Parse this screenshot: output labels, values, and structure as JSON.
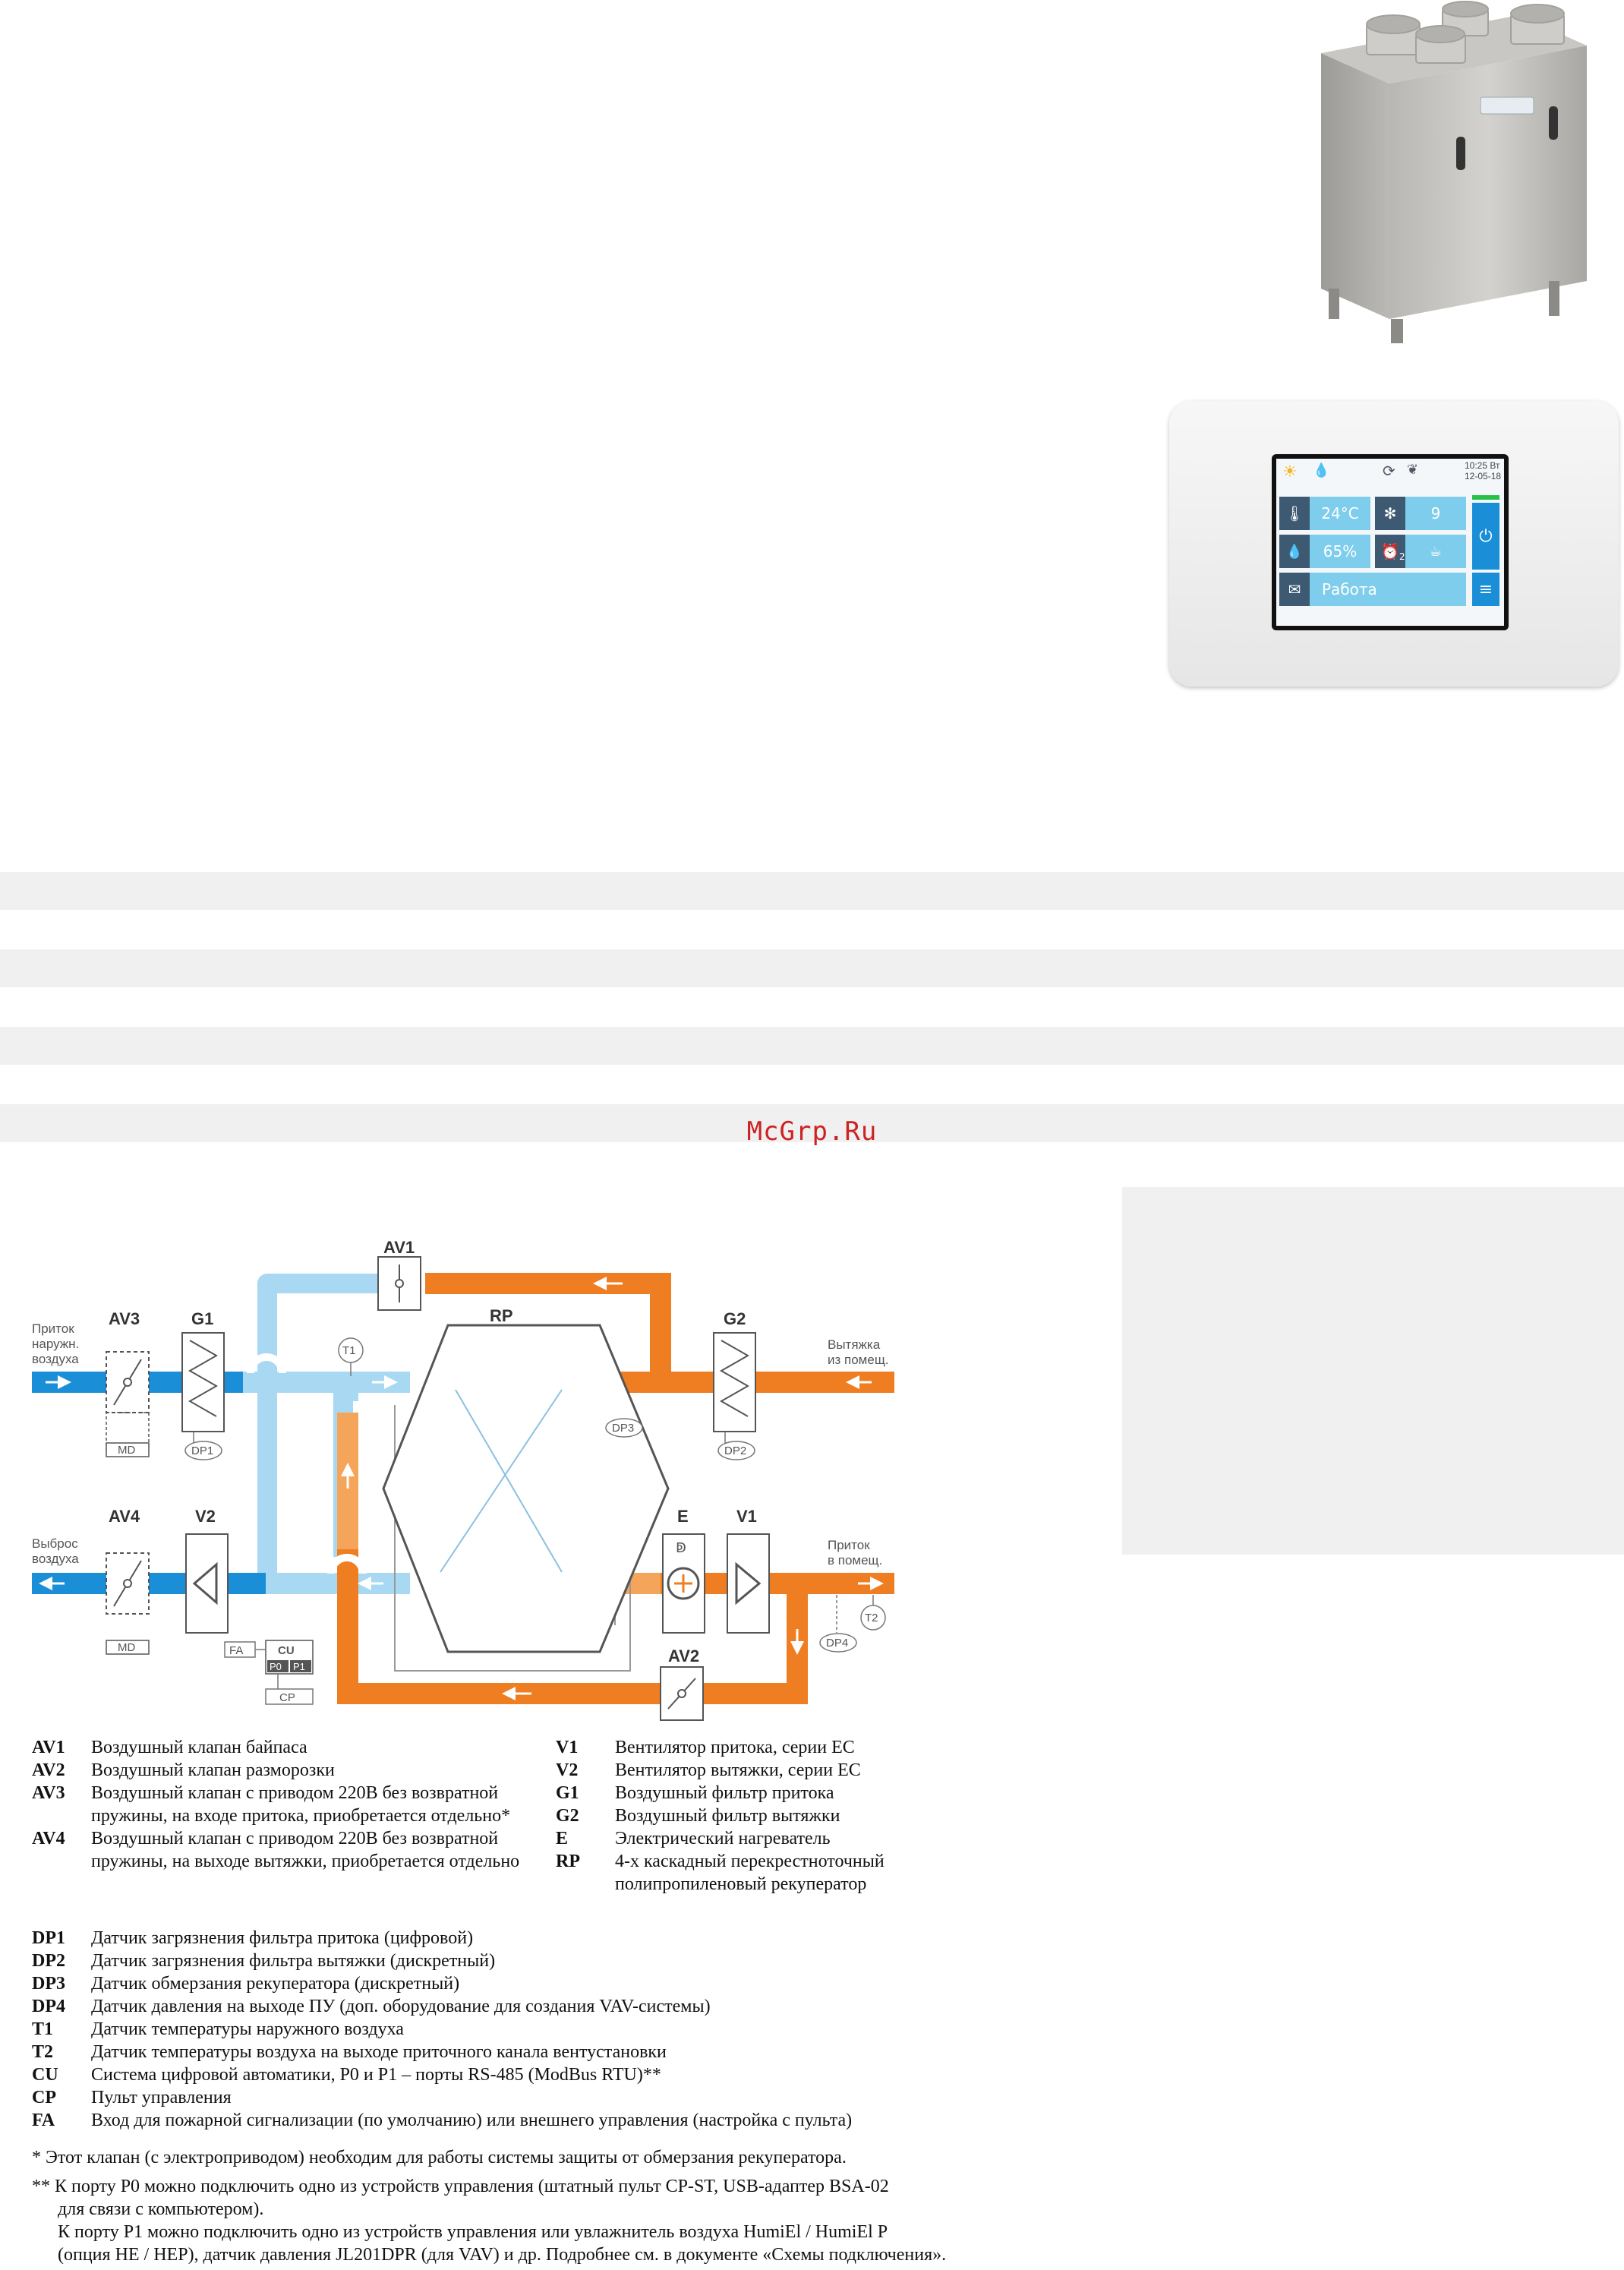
{
  "watermark": "McGrp.Ru",
  "controller": {
    "time": "10:25 Вт",
    "date": "12-05-18",
    "temperature": "24°C",
    "fan_speed": "9",
    "humidity": "65%",
    "timer_index": "2",
    "status": "Работа"
  },
  "diagram": {
    "left_labels": {
      "intake_top": "Приток",
      "intake_mid": "наружн.",
      "intake_bot": "воздуха",
      "exhaust_top": "Выброс",
      "exhaust_bot": "воздуха"
    },
    "right_labels": {
      "extract_top": "Вытяжка",
      "extract_bot": "из помещ.",
      "supply_top": "Приток",
      "supply_bot": "в помещ."
    },
    "components": {
      "av1": "AV1",
      "av2": "AV2",
      "av3": "AV3",
      "av4": "AV4",
      "g1": "G1",
      "g2": "G2",
      "rp": "RP",
      "e": "E",
      "v1": "V1",
      "v2": "V2",
      "t1": "T1",
      "t2": "T2",
      "dp1": "DP1",
      "dp2": "DP2",
      "dp3": "DP3",
      "dp4": "DP4",
      "md1": "MD",
      "md2": "MD",
      "fa": "FA",
      "cu": "CU",
      "p0": "P0",
      "p1": "P1",
      "cp": "CP"
    }
  },
  "legend_left": [
    {
      "code": "AV1",
      "desc": "Воздушный клапан байпаса"
    },
    {
      "code": "AV2",
      "desc": "Воздушный клапан разморозки"
    },
    {
      "code": "AV3",
      "desc": "Воздушный клапан с приводом 220В без возвратной пружины, на входе притока, приобретается отдельно*"
    },
    {
      "code": "AV4",
      "desc": "Воздушный клапан с приводом 220В без возвратной пружины, на выходе вытяжки, приобретается отдельно"
    }
  ],
  "legend_right": [
    {
      "code": "V1",
      "desc": "Вентилятор притока, серии EC"
    },
    {
      "code": "V2",
      "desc": "Вентилятор вытяжки, серии EC"
    },
    {
      "code": "G1",
      "desc": "Воздушный фильтр притока"
    },
    {
      "code": "G2",
      "desc": "Воздушный фильтр вытяжки"
    },
    {
      "code": "E",
      "desc": "Электрический нагреватель"
    },
    {
      "code": "RP",
      "desc": "4-х каскадный перекрестноточный полипропиленовый рекуператор"
    }
  ],
  "legend_bottom": [
    {
      "code": "DP1",
      "desc": "Датчик загрязнения фильтра притока (цифровой)"
    },
    {
      "code": "DP2",
      "desc": "Датчик загрязнения фильтра вытяжки (дискретный)"
    },
    {
      "code": "DP3",
      "desc": "Датчик обмерзания рекуператора (дискретный)"
    },
    {
      "code": "DP4",
      "desc": "Датчик давления на выходе ПУ (доп. оборудование для создания VAV-системы)"
    },
    {
      "code": "T1",
      "desc": "Датчик температуры наружного воздуха"
    },
    {
      "code": "T2",
      "desc": "Датчик температуры воздуха на выходе приточного канала вентустановки"
    },
    {
      "code": "CU",
      "desc": "Система цифровой автоматики, P0 и P1 – порты RS-485 (ModBus RTU)**"
    },
    {
      "code": "CP",
      "desc": "Пульт управления"
    },
    {
      "code": "FA",
      "desc": "Вход для пожарной сигнализации (по умолчанию) или внешнего управления (настройка с пульта)"
    }
  ],
  "notes": {
    "n1": "* Этот клапан (с электроприводом) необходим для работы системы защиты от обмерзания рекуператора.",
    "n2a": "** К порту P0 можно подключить одно из устройств управления (штатный пульт CP-ST, USB-адаптер BSA-02",
    "n2b": "для связи с компьютером).",
    "n2c": "К порту P1 можно подключить одно из устройств управления или увлажнитель воздуха HumiEl /  HumiEl P",
    "n2d": "(опция HE / HEP), датчик давления JL201DPR (для VAV) и др. Подробнее см. в документе «Схемы подключения»."
  },
  "colors": {
    "blue_dark": "#1a8fd8",
    "blue_light": "#a9d8f2",
    "orange": "#ef7d22",
    "orange_light": "#f5a55a"
  }
}
